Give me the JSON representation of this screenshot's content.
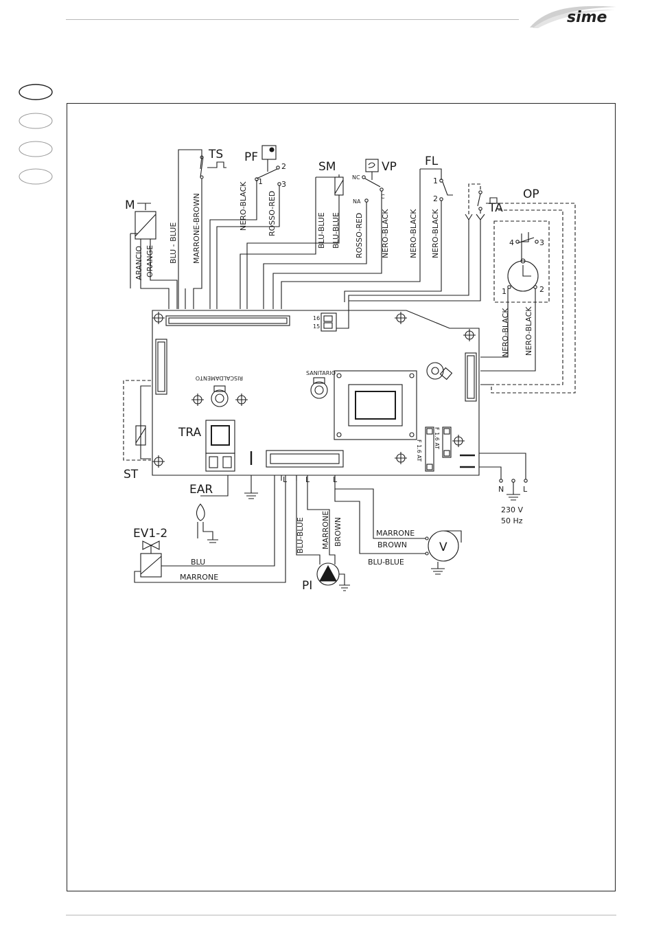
{
  "brand": {
    "name": "sime"
  },
  "labels": {
    "M": "M",
    "TS": "TS",
    "PF": "PF",
    "SM": "SM",
    "VP": "VP",
    "FL": "FL",
    "TA": "TA",
    "OP": "OP",
    "ST": "ST",
    "TRA": "TRA",
    "EAR": "EAR",
    "EV12": "EV1-2",
    "PI": "PI",
    "V": "V"
  },
  "wires": {
    "arancio": "ARANCIO",
    "orange": "ORANGE",
    "blu_blue": "BLU - BLUE",
    "marrone_brown": "MARRONE-BROWN",
    "nero_black_pf": "NERO-BLACK",
    "rosso_red_pf": "ROSSO-RED",
    "blu_blue_sm1": "BLU-BLUE",
    "blu_blue_sm2": "BLU-BLUE",
    "rosso_red_vp": "ROSSO-RED",
    "nero_black_vp": "NERO-BLACK",
    "nero_black_fl1": "NERO-BLACK",
    "nero_black_fl2": "NERO-BLACK",
    "nero_black_op1": "NERO-BLACK",
    "nero_black_op2": "NERO-BLACK",
    "ev_blu": "BLU",
    "ev_marrone": "MARRONE",
    "pi_blu_blue": "BLU-BLUE",
    "pi_marrone": "MARRONE",
    "pi_brown": "BROWN",
    "v_marrone": "MARRONE",
    "v_brown": "BROWN",
    "v_blu_blue": "BLU-BLUE"
  },
  "pins": {
    "pf_1": "1",
    "pf_2": "2",
    "pf_3": "3",
    "vp_nc": "NC",
    "vp_c": "C",
    "vp_na": "NA",
    "fl_1": "1",
    "fl_2": "2",
    "op_4": "4",
    "op_3": "3",
    "op_1": "1",
    "op_2": "2",
    "conn_16": "16",
    "conn_15": "15",
    "term_n": "N",
    "term_l": "L",
    "pcb_l1": "L",
    "pcb_l2": "L",
    "pcb_l3": "L"
  },
  "board": {
    "riscaldamento": "RISCALDAMENTO",
    "sanitario": "SANITARIO",
    "fuse1": "F 1.6 AT",
    "fuse2": "F 1.6 AT"
  },
  "supply": {
    "voltage": "230  V",
    "frequency": "50  Hz"
  }
}
